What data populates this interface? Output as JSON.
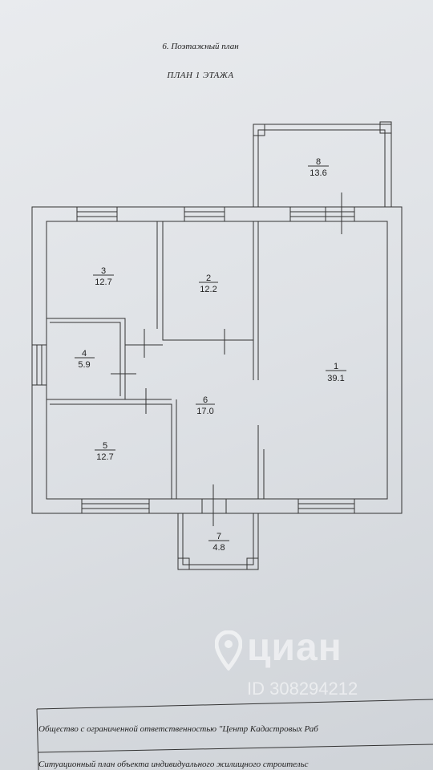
{
  "document": {
    "section_title": "6. Поэтажный план",
    "plan_title": "ПЛАН 1 ЭТАЖА"
  },
  "rooms": [
    {
      "number": "1",
      "area": "39.1"
    },
    {
      "number": "2",
      "area": "12.2"
    },
    {
      "number": "3",
      "area": "12.7"
    },
    {
      "number": "4",
      "area": "5.9"
    },
    {
      "number": "5",
      "area": "12.7"
    },
    {
      "number": "6",
      "area": "17.0"
    },
    {
      "number": "7",
      "area": "4.8"
    },
    {
      "number": "8",
      "area": "13.6"
    }
  ],
  "watermark": {
    "brand": "циан",
    "listing_id": "ID 308294212",
    "icon": "location-pin-icon"
  },
  "footer": {
    "company_line": "Общество с ограниченной ответственностью \"Центр Кадастровых Раб",
    "situation_line": "Ситуационный план объекта индивидуального жилищного строительс"
  },
  "colors": {
    "paper": "#e3e6ea",
    "ink": "#333333"
  }
}
